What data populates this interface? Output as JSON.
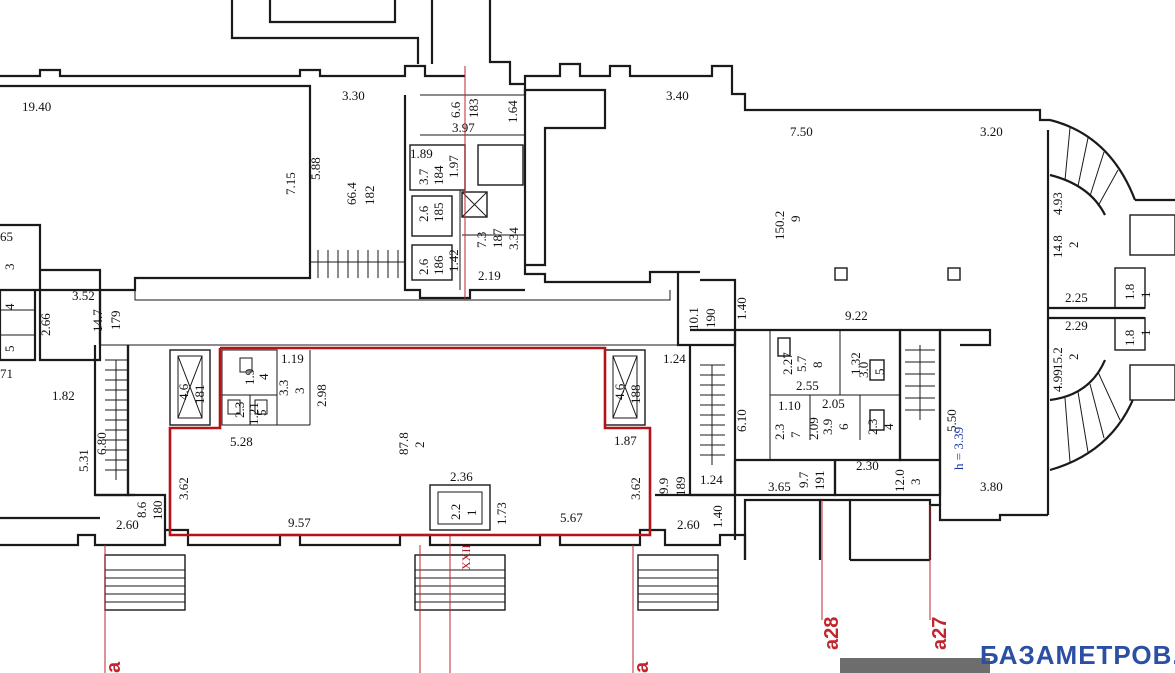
{
  "watermark": "БАЗАМЕТРОВ.РУ",
  "axes": [
    {
      "name": "a28",
      "label": "a28"
    },
    {
      "name": "a27",
      "label": "a27"
    },
    {
      "name": "a-left",
      "label": "a"
    },
    {
      "name": "a-mid",
      "label": "a"
    }
  ],
  "marker": "XXII",
  "height_note": "h = 3.39",
  "rooms": [
    {
      "id": "183",
      "number": "183",
      "area": "6.6"
    },
    {
      "id": "182",
      "number": "182",
      "area": "66.4"
    },
    {
      "id": "184",
      "number": "184",
      "area": "3.7"
    },
    {
      "id": "185",
      "number": "185",
      "area": "2.6"
    },
    {
      "id": "186",
      "number": "186",
      "area": "2.6"
    },
    {
      "id": "187",
      "number": "187",
      "area": "7.3"
    },
    {
      "id": "9",
      "number": "9",
      "area": "150.2"
    },
    {
      "id": "2-top",
      "number": "2",
      "area": "14.8"
    },
    {
      "id": "1-top",
      "number": "1",
      "area": "1.8"
    },
    {
      "id": "1-mid",
      "number": "1",
      "area": "1.8"
    },
    {
      "id": "2-bot",
      "number": "2",
      "area": "15.2"
    },
    {
      "id": "179",
      "number": "179",
      "area": "14.7"
    },
    {
      "id": "190",
      "number": "190",
      "area": "10.1"
    },
    {
      "id": "181",
      "number": "181",
      "area": "4.6"
    },
    {
      "id": "188",
      "number": "188",
      "area": "4.6"
    },
    {
      "id": "2-main",
      "number": "2",
      "area": "87.8"
    },
    {
      "id": "3-wc",
      "number": "3",
      "area": "3.3"
    },
    {
      "id": "4-wc",
      "number": "4",
      "area": "1.9"
    },
    {
      "id": "5-wc",
      "number": "5",
      "area": "2.3"
    },
    {
      "id": "1-post",
      "number": "1",
      "area": "2.2"
    },
    {
      "id": "180",
      "number": "180",
      "area": "8.6"
    },
    {
      "id": "189",
      "number": "189",
      "area": "9.9"
    },
    {
      "id": "8",
      "number": "8",
      "area": "5.7"
    },
    {
      "id": "5-r",
      "number": "5",
      "area": "3.0"
    },
    {
      "id": "7-r",
      "number": "7",
      "area": "2.3"
    },
    {
      "id": "6-r",
      "number": "6",
      "area": "3.9"
    },
    {
      "id": "4-r",
      "number": "4",
      "area": "2.3"
    },
    {
      "id": "191",
      "number": "191",
      "area": "9.7"
    },
    {
      "id": "3-r",
      "number": "3",
      "area": "12.0"
    },
    {
      "id": "3-left",
      "number": "3",
      "area": ""
    },
    {
      "id": "4-left",
      "number": "4",
      "area": ""
    },
    {
      "id": "5-left",
      "number": "5",
      "area": ""
    }
  ],
  "dimensions": [
    "19.40",
    "3.30",
    "3.40",
    "7.50",
    "3.20",
    "1.64",
    "3.97",
    "1.89",
    "1.97",
    "5.88",
    "7.15",
    "3.34",
    "1.42",
    "2.19",
    "4.93",
    "2.25",
    "2.29",
    "4.99",
    "65",
    "3.52",
    "2.66",
    "71",
    "1.82",
    "5.31",
    "6.80",
    "1.40",
    "9.22",
    "1.19",
    "2.98",
    "1.24",
    "2.27",
    "1.32",
    "2.55",
    "1.10",
    "2.05",
    "2.09",
    "6.10",
    "5.50",
    "5.28",
    "3.62",
    "1.21",
    "1.87",
    "3.62",
    "2.36",
    "1.73",
    "9.57",
    "5.67",
    "2.60",
    "2.60",
    "1.24",
    "1.40",
    "2.30",
    "3.65",
    "3.80"
  ]
}
